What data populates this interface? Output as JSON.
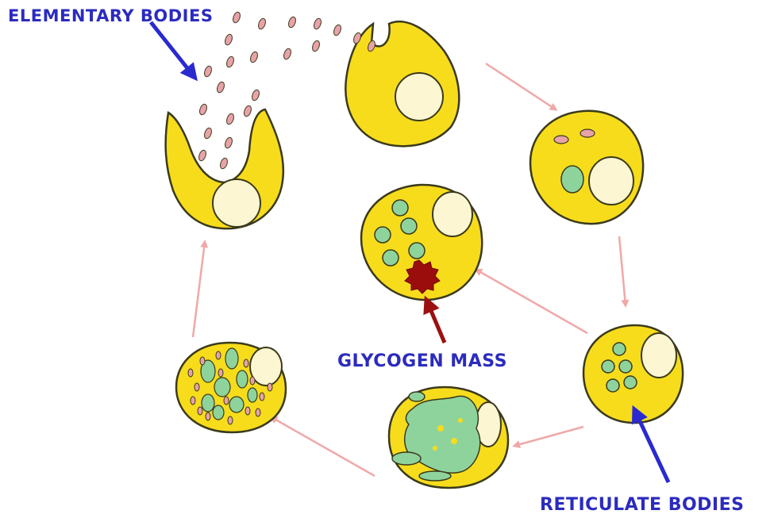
{
  "labels": {
    "elementary_bodies": "ELEMENTARY BODIES",
    "glycogen_mass": "GLYCOGEN MASS",
    "reticulate_bodies": "RETICULATE BODIES"
  },
  "colors": {
    "cell_fill": "#f7dc1c",
    "cell_outline": "#3a3a1c",
    "nucleus_fill": "#fdf6d2",
    "elementary_body": "#e8a3a8",
    "reticulate_body": "#8ed39c",
    "glycogen": "#9b0d0d",
    "cycle_arrow": "#f0a8a8",
    "label_text": "#2b2bbf",
    "label_pointer": "#2a2ad0",
    "glycogen_pointer": "#9b1010"
  }
}
